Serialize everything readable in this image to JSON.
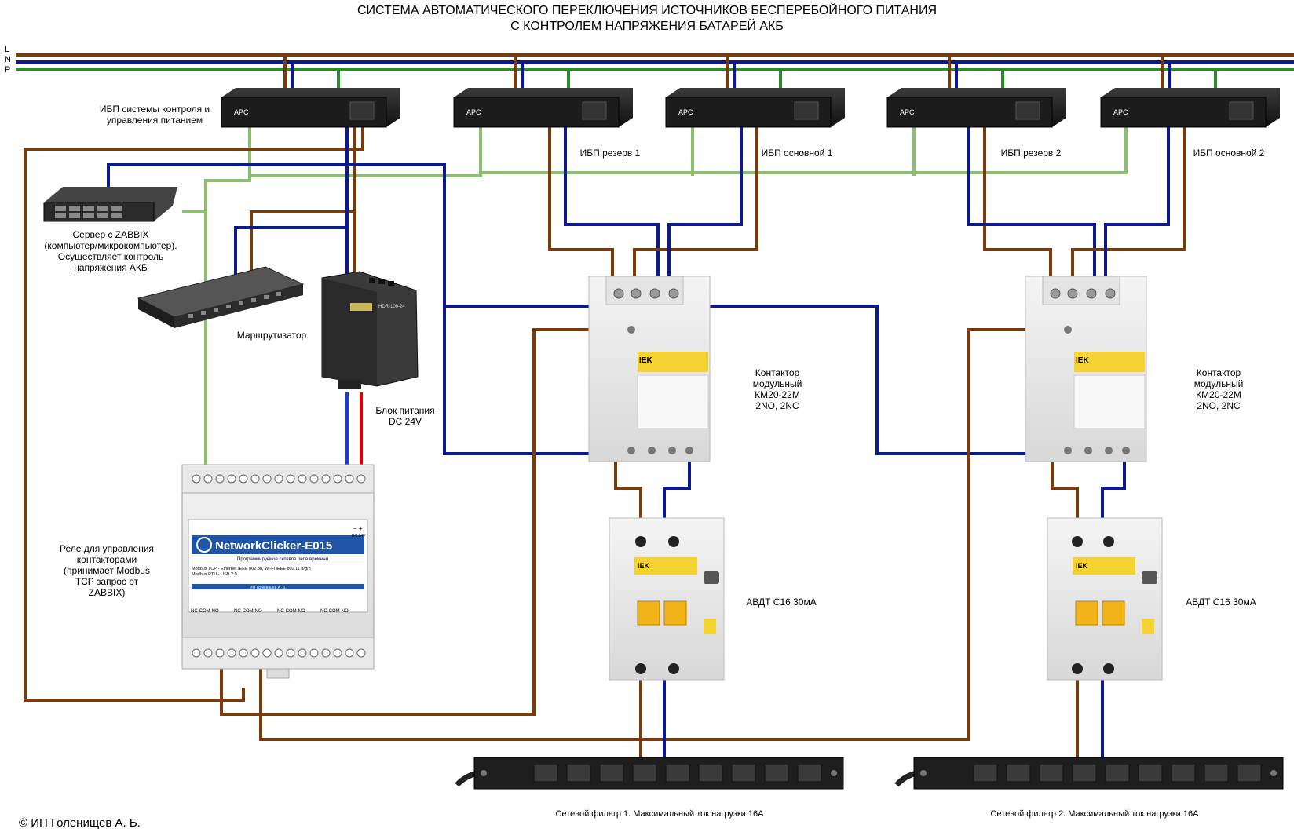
{
  "title": {
    "line1": "СИСТЕМА АВТОМАТИЧЕСКОГО ПЕРЕКЛЮЧЕНИЯ ИСТОЧНИКОВ БЕСПЕРЕБОЙНОГО ПИТАНИЯ",
    "line2": "С КОНТРОЛЕМ НАПРЯЖЕНИЯ БАТАРЕЙ АКБ"
  },
  "bus": {
    "l": "L",
    "n": "N",
    "p": "P"
  },
  "colors": {
    "phase": "#7a3b0c",
    "neutral": "#0d1a8c",
    "pe": "#2e8b2e",
    "signal": "#8cc070",
    "dc_plus": "#e00000",
    "dc_minus": "#1a3cd0"
  },
  "ups": {
    "brand": "APC",
    "control_label_1": "ИБП системы контроля и",
    "control_label_2": "управления питанием",
    "reserve1": "ИБП резерв 1",
    "main1": "ИБП основной 1",
    "reserve2": "ИБП резерв 2",
    "main2": "ИБП основной 2"
  },
  "server": {
    "line1": "Сервер с ZABBIX",
    "line2": "(компьютер/микрокомпьютер).",
    "line3": "Осуществляет контроль",
    "line4": "напряжения АКБ"
  },
  "router": {
    "label": "Маршрутизатор"
  },
  "psu": {
    "line1": "Блок питания",
    "line2": "DC 24V",
    "model": "HDR-100-24"
  },
  "relay": {
    "line1": "Реле для управления",
    "line2": "контакторами",
    "line3": "(принимает Modbus",
    "line4": "TCP запрос от",
    "line5": "ZABBIX)",
    "name": "NetworkClicker-E015",
    "subtitle": "Программируемое сетевое реле времени",
    "spec1": "Modbus TCP - Ethernet IEEE 802.3u, Wi-Fi IEEE 802.11 b/g/n",
    "spec2": "Modbus RTU - USB 2.0",
    "maker": "ИП Голенищев А. Б.",
    "dc": "DC 24V",
    "contacts": "NC-COM-NO",
    "polarity": "−  +"
  },
  "contactor": {
    "line1": "Контактор",
    "line2": "модульный",
    "line3": "КМ20-22М",
    "line4": "2NO, 2NC",
    "brand": "IEK"
  },
  "avdt": {
    "label": "АВДТ С16 30мА",
    "brand": "IEK"
  },
  "pdu": {
    "filter1": "Сетевой фильтр 1. Максимальный ток нагрузки 16А",
    "filter2": "Сетевой фильтр 2. Максимальный ток нагрузки 16А"
  },
  "copyright": "© ИП Голенищев А. Б."
}
